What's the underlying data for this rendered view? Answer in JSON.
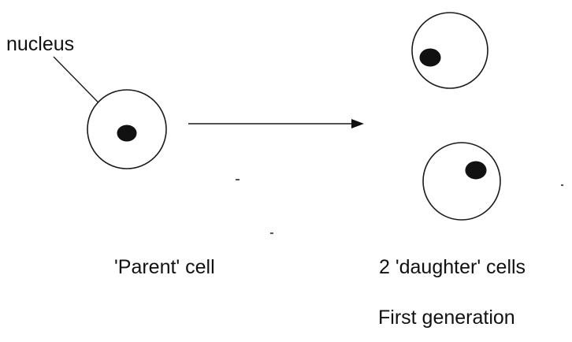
{
  "labels": {
    "nucleus": "nucleus",
    "parent_cell": "'Parent' cell",
    "daughter_cells": "2 'daughter' cells",
    "generation": "First generation"
  },
  "colors": {
    "ink": "#111111",
    "background": "#ffffff"
  }
}
